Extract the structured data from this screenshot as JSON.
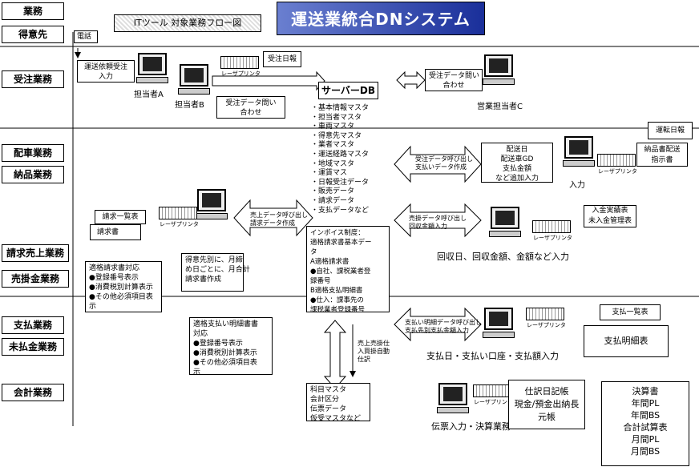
{
  "header": {
    "label_business": "業務",
    "label_customer": "得意先",
    "it_tool_title": "ITツール 対象業務フロー図",
    "system_title": "運送業統合DNシステム"
  },
  "lanes": {
    "order": "受注業務",
    "dispatch": "配車業務",
    "delivery": "納品業務",
    "billing": "請求売上業務",
    "receivable": "売掛金業務",
    "payment": "支払業務",
    "unpaid": "未払金業務",
    "accounting": "会計業務"
  },
  "order": {
    "phone": "電話",
    "request_input": "運送依頼受注\n入力",
    "staff_a": "担当者A",
    "staff_b": "担当者B",
    "order_daily": "受注日報",
    "order_inquiry": "受注データ問い\n合わせ",
    "sales_inquiry": "受注データ問い\n合わせ",
    "sales_staff": "営業担当者C"
  },
  "server": {
    "title": "サーバーDB",
    "masters": [
      "・基本情報マスタ",
      "・担当者マスタ",
      "・車両マスタ",
      "・得意先マスタ",
      "・業者マスタ",
      "・運送経路マスタ",
      "・地域マスタ",
      "・運賃マス",
      "・日報受注データ",
      "・販売データ",
      "・請求データ",
      "・支払データなど"
    ],
    "invoice_note": "インボイス制度：\n適格請求書基本デー\nタ\nA適格請求書\n●自社、課税業者登\n録番号\nB適格支払明細書\n●仕入：課事先の\n課税業者登録番号"
  },
  "dispatch": {
    "call_data": "受注データ呼び出し\n支払いデータ作成",
    "add_input": "配送日\n配送車GD\n支払金額\nなど追加入力",
    "input_label": "入力",
    "driver_daily": "運転日報",
    "delivery_note": "納品書配送\n指示書"
  },
  "billing": {
    "invoice_list": "請求一覧表",
    "invoice": "請求書",
    "sales_call": "売上データ呼び出し\n請求データ作成",
    "create_note": "得意先別に、月締\nめ日ごとに、月合計\n請求書作成",
    "qualified_invoice": "適格請求書対応\n●登録番号表示\n●消費税別計算表示\n●その他必須項目表\n示",
    "receipt_call": "売掛データ呼び出し\n回収金額入力",
    "receipt_list": "入金実績表\n未入金管理表",
    "receipt_input": "回収日、回収金額、金額など入力"
  },
  "payment": {
    "payment_call": "支払い明細データ呼び出し\n支払先別支払金額入力",
    "payment_list": "支払一覧表",
    "payment_detail": "支払明細表",
    "payment_input": "支払日・支払い口座・支払額入力",
    "qualified_payment": "適格支払い明細書書\n対応\n●登録番号表示\n●消費税別計算表示\n●その他必須項目表\n示",
    "auto_journal": "売上売掛仕\n入買掛自動\n仕訳"
  },
  "accounting": {
    "masters": "科目マスタ\n会計区分\n伝票データ\n仮受マスタなど",
    "journal_input": "伝票入力・決算業務",
    "journal_books": "仕訳日記帳\n現金/預金出納長\n元帳",
    "statements": "決算書\n年間PL\n年間BS\n合計試算表\n月間PL\n月間BS"
  },
  "devices": {
    "printer": "レーザプリンタ"
  }
}
